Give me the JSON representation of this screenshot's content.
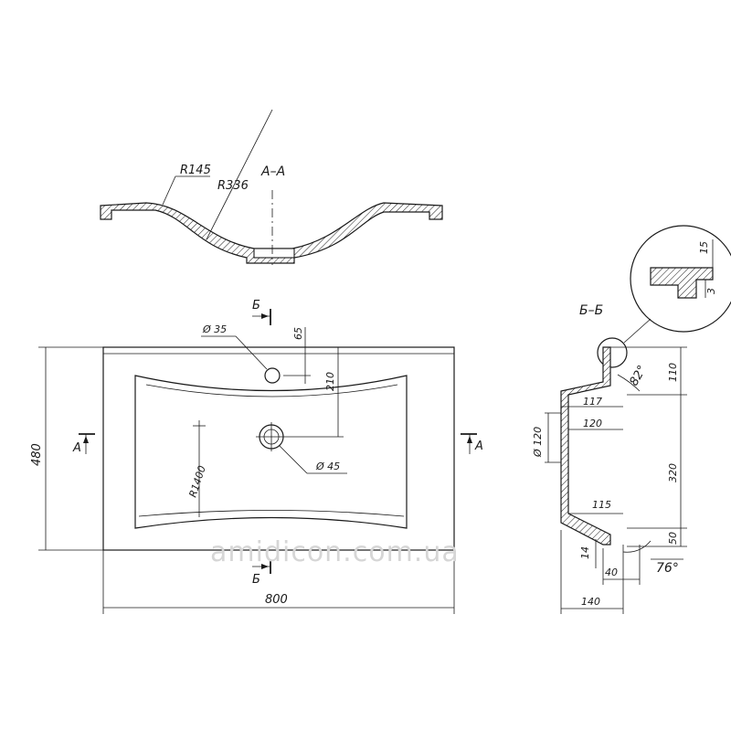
{
  "section_aa": {
    "title": "A–A",
    "r_small": "R145",
    "r_large": "R336"
  },
  "front_view": {
    "cut_b_top": "Б",
    "cut_b_bottom": "Б",
    "cut_a_left": "A",
    "cut_a_right": "A",
    "dim_width": "800",
    "dim_height": "480",
    "dia_tap": "Ø 35",
    "dim_tap_offset": "65",
    "dim_drain_offset": "210",
    "dia_drain": "Ø 45",
    "r_bowl": "R1400"
  },
  "section_bb": {
    "title": "Б–Б",
    "detail_15": "15",
    "detail_3": "3",
    "angle_top": "82°",
    "angle_bottom": "76°",
    "dim_117": "117",
    "dim_120": "120",
    "dia_120": "Ø 120",
    "dim_115": "115",
    "dim_14": "14",
    "dim_40": "40",
    "dim_140": "140",
    "dim_110": "110",
    "dim_320": "320",
    "dim_50": "50"
  },
  "watermark": "amidicon.com.ua"
}
